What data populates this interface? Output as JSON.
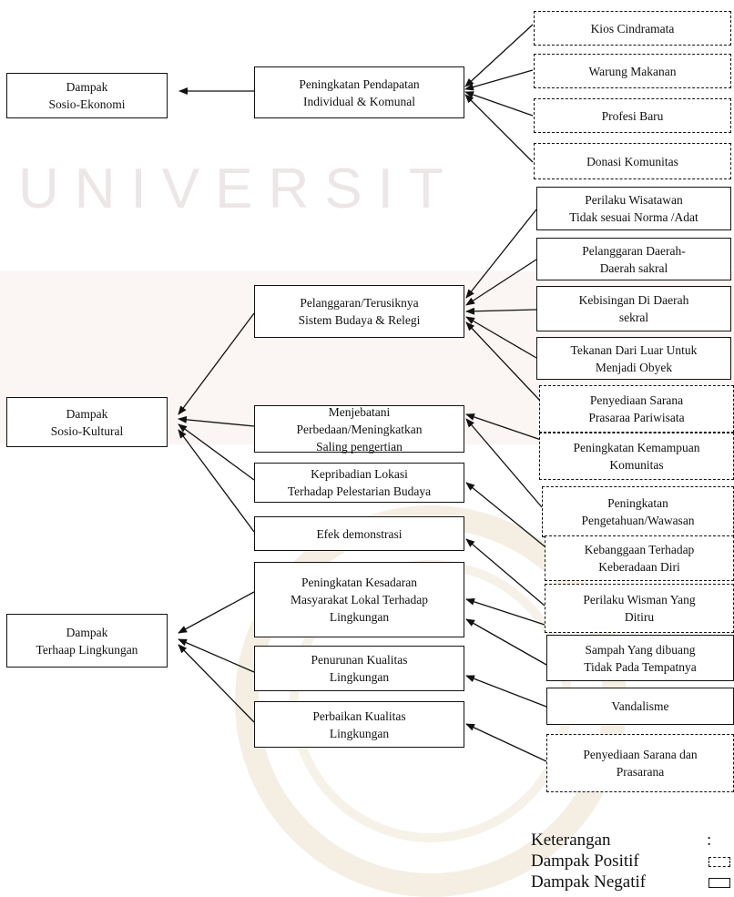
{
  "categories": [
    {
      "id": "c1",
      "label": "Dampak\nSosio-Ekonomi"
    },
    {
      "id": "c2",
      "label": "Dampak\nSosio-Kultural"
    },
    {
      "id": "c3",
      "label": "Dampak\nTerhaap Lingkungan"
    }
  ],
  "middle": [
    {
      "id": "m1",
      "label": "Peningkatan Pendapatan\nIndividual & Komunal"
    },
    {
      "id": "m2",
      "label": "Pelanggaran/Terusiknya\nSistem Budaya & Relegi"
    },
    {
      "id": "m3",
      "label": "Menjebatani\nPerbedaan/Meningkatkan\nSaling pengertian"
    },
    {
      "id": "m4",
      "label": "Kepribadian Lokasi\nTerhadap Pelestarian Budaya"
    },
    {
      "id": "m5",
      "label": "Efek demonstrasi"
    },
    {
      "id": "m6",
      "label": "Peningkatan Kesadaran\nMasyarakat Lokal Terhadap\nLingkungan"
    },
    {
      "id": "m7",
      "label": "Penurunan Kualitas\nLingkungan"
    },
    {
      "id": "m8",
      "label": "Perbaikan Kualitas\nLingkungan"
    }
  ],
  "factors": [
    {
      "id": "f1",
      "label": "Kios Cindramata",
      "type": "positif"
    },
    {
      "id": "f2",
      "label": "Warung Makanan",
      "type": "positif"
    },
    {
      "id": "f3",
      "label": "Profesi Baru",
      "type": "positif"
    },
    {
      "id": "f4",
      "label": "Donasi Komunitas",
      "type": "positif"
    },
    {
      "id": "f5",
      "label": "Perilaku Wisatawan\nTidak sesuai Norma /Adat",
      "type": "negatif"
    },
    {
      "id": "f6",
      "label": "Pelanggaran Daerah-\nDaerah sakral",
      "type": "negatif"
    },
    {
      "id": "f7",
      "label": "Kebisingan Di Daerah\nsekral",
      "type": "negatif"
    },
    {
      "id": "f8",
      "label": "Tekanan Dari Luar Untuk\nMenjadi Obyek",
      "type": "negatif"
    },
    {
      "id": "f9",
      "label": "Penyediaan Sarana\nPrasaraa Pariwisata",
      "type": "positif"
    },
    {
      "id": "f10",
      "label": "Peningkatan Kemampuan\nKomunitas",
      "type": "positif"
    },
    {
      "id": "f11",
      "label": "Peningkatan\nPengetahuan/Wawasan",
      "type": "positif"
    },
    {
      "id": "f12",
      "label": "Kebanggaan Terhadap\nKeberadaan Diri",
      "type": "positif"
    },
    {
      "id": "f13",
      "label": "Perilaku Wisman Yang\nDitiru",
      "type": "positif"
    },
    {
      "id": "f14",
      "label": "Sampah Yang dibuang\nTidak Pada Tempatnya",
      "type": "negatif"
    },
    {
      "id": "f15",
      "label": "Vandalisme",
      "type": "negatif"
    },
    {
      "id": "f16",
      "label": "Penyediaan Sarana dan\nPrasarana",
      "type": "positif"
    }
  ],
  "edges": [
    [
      "f1",
      "m1"
    ],
    [
      "f2",
      "m1"
    ],
    [
      "f3",
      "m1"
    ],
    [
      "f4",
      "m1"
    ],
    [
      "m1",
      "c1"
    ],
    [
      "f5",
      "m2"
    ],
    [
      "f6",
      "m2"
    ],
    [
      "f7",
      "m2"
    ],
    [
      "f8",
      "m2"
    ],
    [
      "f9",
      "m2"
    ],
    [
      "f10",
      "m3"
    ],
    [
      "f11",
      "m3"
    ],
    [
      "f12",
      "m4"
    ],
    [
      "f13",
      "m5"
    ],
    [
      "m2",
      "c2"
    ],
    [
      "m3",
      "c2"
    ],
    [
      "m4",
      "c2"
    ],
    [
      "m5",
      "c2"
    ],
    [
      "f13",
      "m6"
    ],
    [
      "f14",
      "m6"
    ],
    [
      "f15",
      "m7"
    ],
    [
      "f16",
      "m8"
    ],
    [
      "m6",
      "c3"
    ],
    [
      "m7",
      "c3"
    ],
    [
      "m8",
      "c3"
    ]
  ],
  "legend": {
    "title": "Keterangan",
    "colon": ":",
    "positif": "Dampak Positif",
    "negatif": "Dampak Negatif"
  },
  "watermark": "UNIVERSIT"
}
